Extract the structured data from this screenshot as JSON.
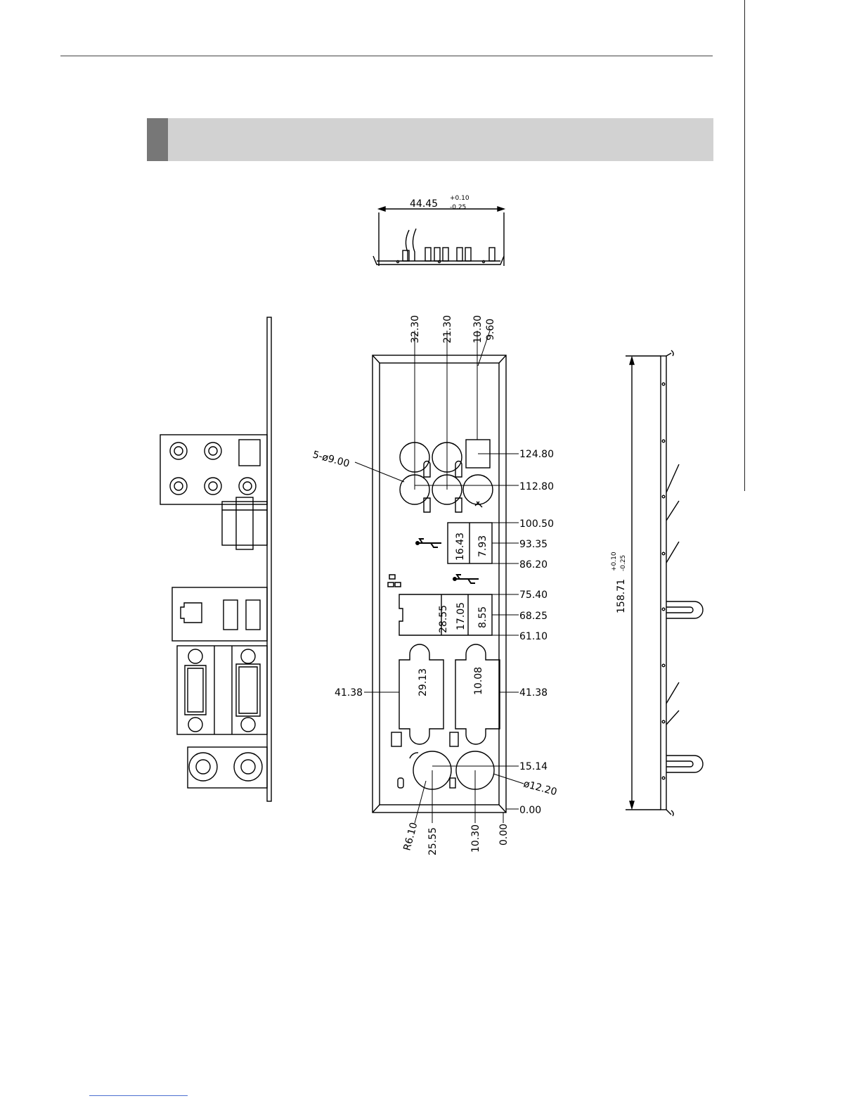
{
  "header": {
    "section_title": ""
  },
  "dimensions": {
    "top_width": "44.45",
    "top_tol_plus": "+0.10",
    "top_tol_minus": "-0.25",
    "col_32_30": "32.30",
    "col_21_30": "21.30",
    "col_10_30": "10.30",
    "col_9_60": "9.60",
    "holes_callout": "5-ø9.00",
    "row_124_80": "124.80",
    "row_112_80": "112.80",
    "row_100_50": "100.50",
    "row_93_35": "93.35",
    "row_86_20": "86.20",
    "row_75_40": "75.40",
    "row_68_25": "68.25",
    "row_61_10": "61.10",
    "usb_16_43": "16.43",
    "usb_7_93": "7.93",
    "lan_28_55": "28.55",
    "lan_17_05": "17.05",
    "lan_8_55": "8.55",
    "dsub_29_13": "29.13",
    "dsub_10_08": "10.08",
    "left_41_38": "41.38",
    "right_41_38": "41.38",
    "row_15_14": "15.14",
    "ps2_dia": "ø12.20",
    "row_0_00": "0.00",
    "radius": "R6.10",
    "bot_25_55": "25.55",
    "bot_10_30": "10.30",
    "bot_0_00": "0.00",
    "height": "158.71",
    "height_tol_plus": "+0.10",
    "height_tol_minus": "-0.25"
  },
  "icons": [
    "audio-jack-icon",
    "usb-icon",
    "lan-icon",
    "serial-port-icon",
    "vga-icon",
    "keyboard-icon",
    "mouse-icon",
    "microphone-icon"
  ]
}
